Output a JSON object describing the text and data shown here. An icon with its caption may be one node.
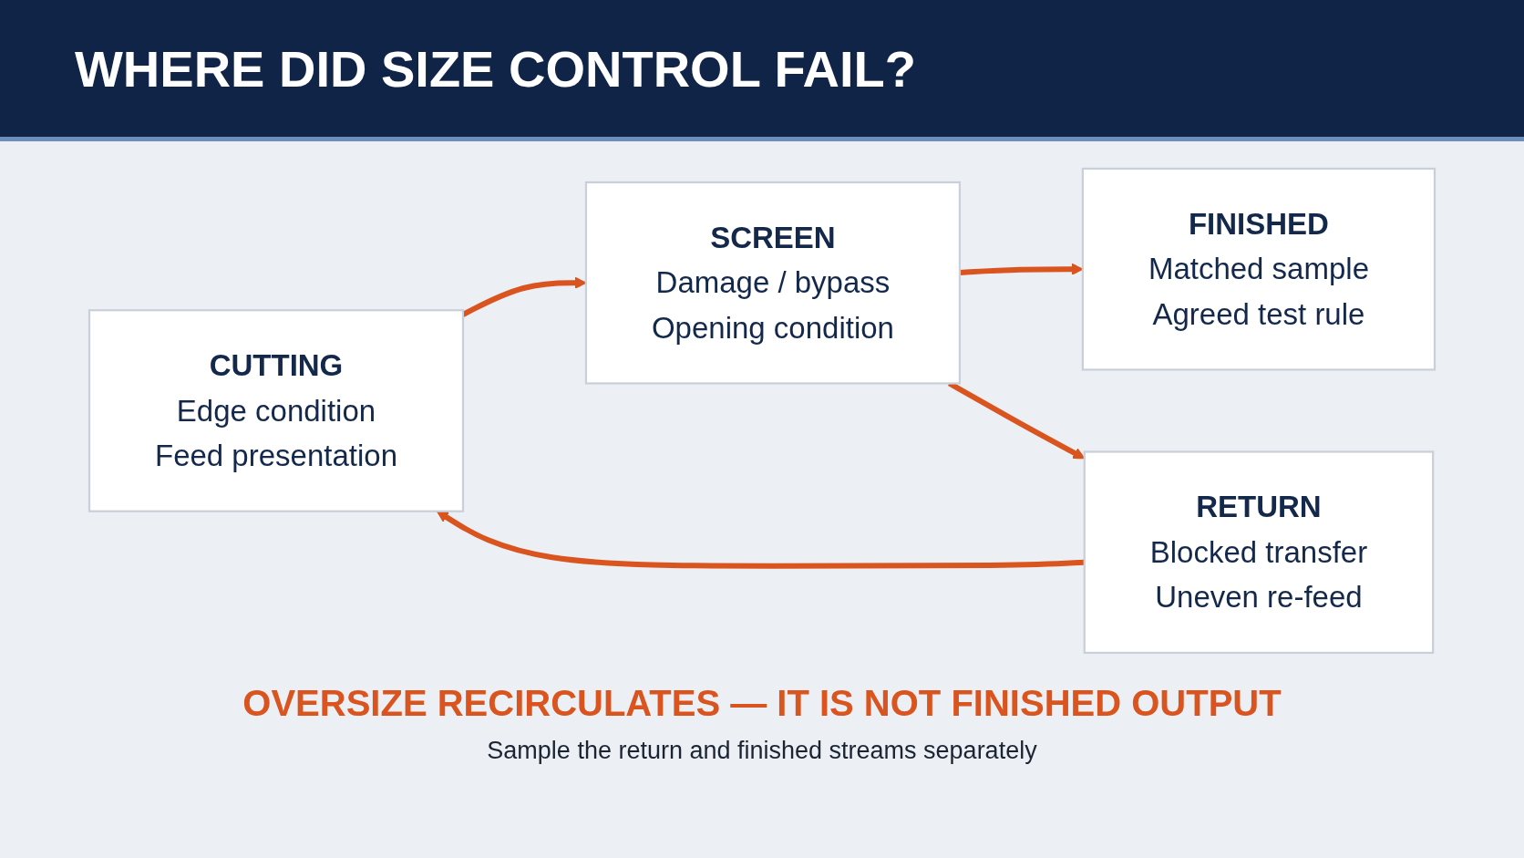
{
  "diagram": {
    "title": "WHERE DID SIZE CONTROL FAIL?",
    "nodes": [
      {
        "text": [
          "CUTTING",
          "Edge condition",
          "Feed presentation"
        ]
      },
      {
        "text": [
          "SCREEN",
          "Damage / bypass",
          "Opening condition"
        ]
      },
      {
        "text": [
          "FINISHED",
          "Matched sample",
          "Agreed test rule"
        ]
      },
      {
        "text": [
          "RETURN",
          "Blocked transfer",
          "Uneven re-feed"
        ]
      }
    ],
    "edges": [
      {
        "from": 0,
        "to": 1,
        "arrow": "to"
      },
      {
        "from": 1,
        "to": 2,
        "arrow": "to"
      },
      {
        "from": 1,
        "to": 3,
        "arrow": "to"
      },
      {
        "from": 3,
        "to": 0,
        "arrow": "to"
      }
    ],
    "labels": [
      "OVERSIZE RECIRCULATES — IT IS NOT FINISHED OUTPUT",
      "Sample the return and finished streams separately"
    ]
  }
}
